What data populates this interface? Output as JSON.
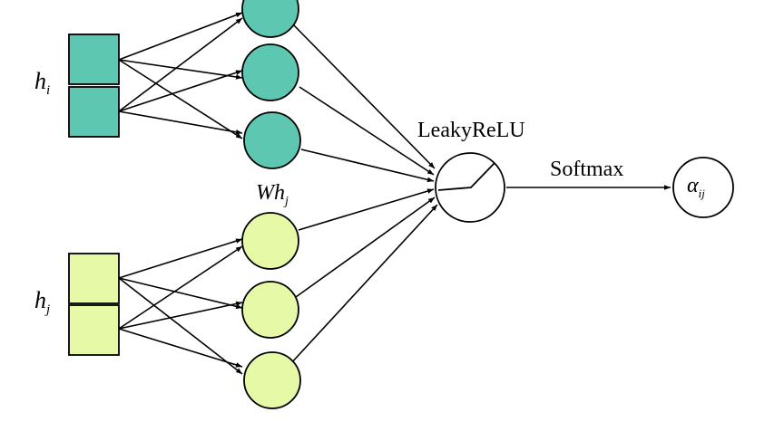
{
  "labels": {
    "h_i": {
      "base": "h",
      "sub": "i"
    },
    "h_j": {
      "base": "h",
      "sub": "j"
    },
    "wh_j": {
      "base": "Wh",
      "sub": "j"
    },
    "leaky_relu": "LeakyReLU",
    "softmax": "Softmax",
    "alpha_ij": {
      "base": "α",
      "sub": "ij"
    }
  },
  "colors": {
    "teal_fill": "#5ec7b1",
    "lightgreen_fill": "#e5f9a6",
    "stroke": "#000000"
  }
}
